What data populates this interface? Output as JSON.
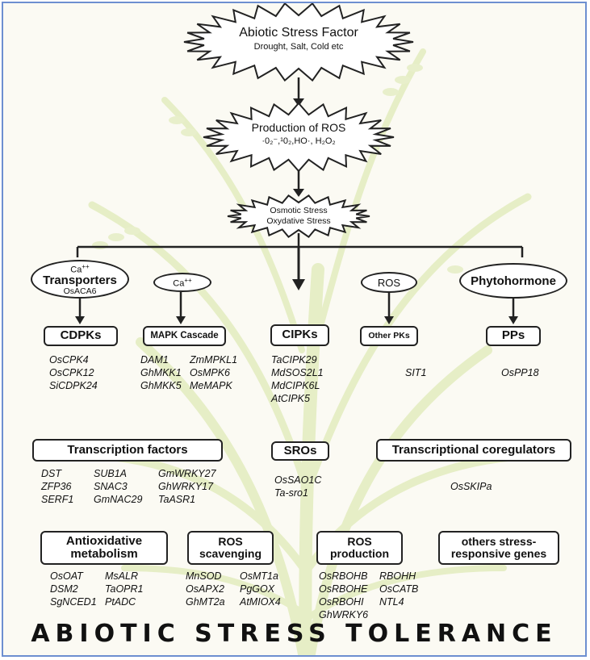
{
  "stress_factor": {
    "title": "Abiotic Stress Factor",
    "subtitle": "Drought, Salt, Cold etc"
  },
  "ros_production": {
    "title": "Production of ROS",
    "formula": "·0₂⁻,¹0₂,HO·, H₂O₂"
  },
  "osmotic": {
    "line1": "Osmotic Stress",
    "line2": "Oxydative Stress"
  },
  "transporters": {
    "ion": "Ca",
    "charge": "++",
    "label": "Transporters",
    "gene": "OsACA6"
  },
  "ca_oval": {
    "ion": "Ca",
    "charge": "++"
  },
  "ros_oval": "ROS",
  "phytohormone": "Phytohormone",
  "cdpks": {
    "label": "CDPKs",
    "genes": [
      "OsCPK4",
      "OsCPK12",
      "SiCDPK24"
    ]
  },
  "mapk": {
    "label": "MAPK Cascade",
    "genes_col1": [
      "DAM1",
      "GhMKK1",
      "GhMKK5"
    ],
    "genes_col2": [
      "ZmMPKL1",
      "OsMPK6",
      "MeMAPK"
    ]
  },
  "cipks": {
    "label": "CIPKs",
    "genes": [
      "TaCIPK29",
      "MdSOS2L1",
      "MdCIPK6L",
      "AtCIPK5"
    ]
  },
  "other_pks": {
    "label": "Other PKs",
    "genes": [
      "SIT1"
    ]
  },
  "pps": {
    "label": "PPs",
    "genes": [
      "OsPP18"
    ]
  },
  "transcription_factors": {
    "label": "Transcription factors",
    "col1": [
      "DST",
      "ZFP36",
      "SERF1"
    ],
    "col2": [
      "SUB1A",
      "SNAC3",
      "GmNAC29"
    ],
    "col3": [
      "GmWRKY27",
      "GhWRKY17",
      "TaASR1"
    ]
  },
  "sros": {
    "label": "SROs",
    "genes": [
      "OsSAO1C",
      "Ta-sro1"
    ]
  },
  "coregulators": {
    "label": "Transcriptional coregulators",
    "genes": [
      "OsSKIPa"
    ]
  },
  "antioxidative": {
    "label_line1": "Antioxidative",
    "label_line2": "metabolism",
    "col1": [
      "OsOAT",
      "DSM2",
      "SgNCED1"
    ],
    "col2": [
      "MsALR",
      "TaOPR1",
      "PtADC"
    ]
  },
  "ros_scavenging": {
    "label_line1": "ROS",
    "label_line2": "scavenging",
    "col1": [
      "MnSOD",
      "OsAPX2",
      "GhMT2a"
    ],
    "col2": [
      "OsMT1a",
      "PgGOX",
      "AtMIOX4"
    ]
  },
  "ros_prod": {
    "label_line1": "ROS",
    "label_line2": "production",
    "col1": [
      "OsRBOHB",
      "OsRBOHE",
      "OsRBOHI",
      "GhWRKY6"
    ],
    "col2": [
      "RBOHH",
      "OsCATB",
      "NTL4"
    ]
  },
  "others": {
    "label_line1": "others stress-",
    "label_line2": "responsive genes"
  },
  "footer": "ABIOTIC STRESS TOLERANCE",
  "colors": {
    "frame": "#6d8fd0",
    "background": "#fbfaf3",
    "plant": "#e3ecc2",
    "text": "#111111"
  }
}
